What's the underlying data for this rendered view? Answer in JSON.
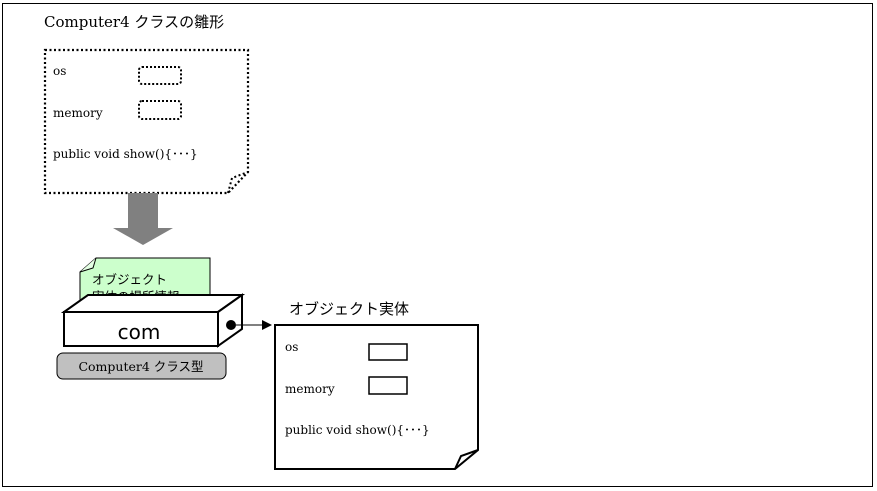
{
  "title": "Computer4 クラスの雛形",
  "template_card": {
    "fields": [
      "os",
      "memory"
    ],
    "method": "public void show(){･･･}"
  },
  "variable": {
    "name": "com",
    "note_line1": "オブジェクト",
    "note_line2": "実体の場所情報",
    "type_label": "Computer4 クラス型"
  },
  "object": {
    "title": "オブジェクト実体",
    "fields": [
      "os",
      "memory"
    ],
    "method": "public void show(){･･･}"
  },
  "colors": {
    "arrow_gray": "#808080",
    "note_fill": "#ccffcc",
    "type_badge_fill": "#c0c0c0"
  }
}
